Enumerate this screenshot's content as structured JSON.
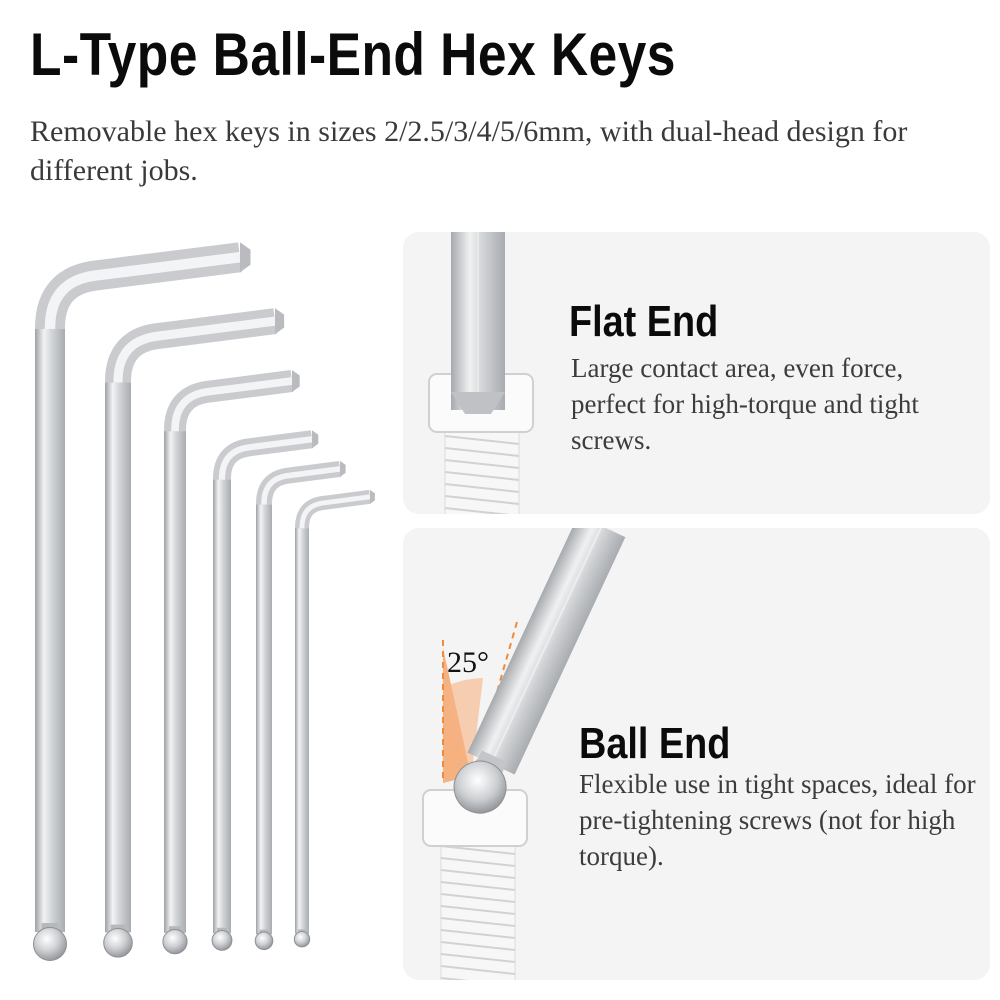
{
  "header": {
    "title": "L-Type Ball-End Hex Keys",
    "subtitle": "Removable hex keys in sizes 2/2.5/3/4/5/6mm, with dual-head design for different jobs."
  },
  "keys": {
    "count": 6
  },
  "flat_end": {
    "title": "Flat End",
    "description": "Large contact area, even force, perfect for high-torque and tight screws."
  },
  "ball_end": {
    "title": "Ball End",
    "description": "Flexible use in tight spaces, ideal for pre-tightening screws (not for high torque).",
    "angle_label": "25°"
  },
  "colors": {
    "accent": "#f08a3c",
    "steel": "#c9cbce",
    "panel": "#f4f4f4"
  }
}
